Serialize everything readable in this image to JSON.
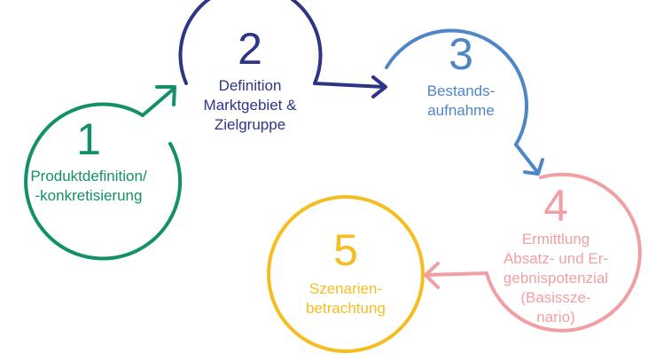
{
  "steps": [
    {
      "number": "1",
      "lines": [
        "Produktdefinition/",
        "-konkretisierung"
      ],
      "color": "#13906a"
    },
    {
      "number": "2",
      "lines": [
        "Definition",
        "Marktgebiet &",
        "Zielgruppe"
      ],
      "color": "#2e3587"
    },
    {
      "number": "3",
      "lines": [
        "Bestands-",
        "aufnahme"
      ],
      "color": "#4f86c6"
    },
    {
      "number": "4",
      "lines": [
        "Ermittlung",
        "Absatz- und Er-",
        "gebnispotenzial",
        "(Basissze-",
        "nario)"
      ],
      "color": "#f0a0a3"
    },
    {
      "number": "5",
      "lines": [
        "Szenarien-",
        "betrachtung"
      ],
      "color": "#f5bd1f"
    }
  ]
}
